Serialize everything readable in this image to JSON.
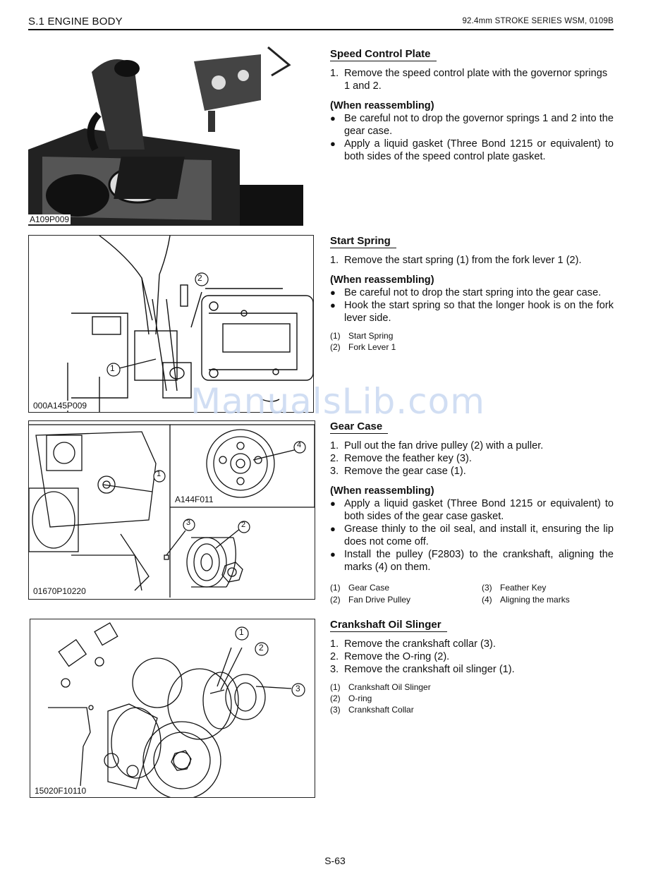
{
  "header": {
    "section": "S.1 ENGINE BODY",
    "series": "92.4mm STROKE SERIES WSM, 0109B"
  },
  "figures": {
    "fig1_label": "A109P009",
    "fig2_label": "000A145P009",
    "fig3_label": "01670P10220",
    "fig3_inset_label": "A144F011",
    "fig4_label": "15020F10110"
  },
  "speed_control": {
    "title": "Speed Control Plate",
    "steps": [
      {
        "n": "1.",
        "text": "Remove the speed control plate with the governor springs 1 and 2."
      }
    ],
    "reassembly_title": "(When reassembling)",
    "bullets": [
      "Be careful not to drop the governor springs 1 and 2 into the gear case.",
      "Apply a liquid gasket (Three Bond 1215 or equivalent) to both sides of the speed control plate gasket."
    ]
  },
  "start_spring": {
    "title": "Start Spring",
    "steps": [
      {
        "n": "1.",
        "text": "Remove the start spring (1) from the fork lever 1 (2)."
      }
    ],
    "reassembly_title": "(When reassembling)",
    "bullets": [
      "Be careful not to drop the start spring into the gear case.",
      "Hook the start spring so that the longer hook is on the fork lever side."
    ],
    "legend": [
      {
        "n": "(1)",
        "text": "Start Spring"
      },
      {
        "n": "(2)",
        "text": "Fork Lever 1"
      }
    ]
  },
  "gear_case": {
    "title": "Gear Case",
    "steps": [
      {
        "n": "1.",
        "text": "Pull out the fan drive pulley (2) with a puller."
      },
      {
        "n": "2.",
        "text": "Remove the feather key (3)."
      },
      {
        "n": "3.",
        "text": "Remove the gear case (1)."
      }
    ],
    "reassembly_title": "(When reassembling)",
    "bullets": [
      "Apply a liquid gasket (Three Bond 1215 or equivalent) to both sides of the gear case gasket.",
      "Grease thinly to the oil seal, and install it, ensuring the lip does not come off.",
      "Install the pulley (F2803) to the crankshaft, aligning the marks (4) on them."
    ],
    "legend": [
      {
        "n": "(1)",
        "text": "Gear Case"
      },
      {
        "n": "(3)",
        "text": "Feather Key"
      },
      {
        "n": "(2)",
        "text": "Fan Drive Pulley"
      },
      {
        "n": "(4)",
        "text": "Aligning the marks"
      }
    ]
  },
  "oil_slinger": {
    "title": "Crankshaft Oil Slinger",
    "steps": [
      {
        "n": "1.",
        "text": "Remove the crankshaft collar (3)."
      },
      {
        "n": "2.",
        "text": "Remove the O-ring (2)."
      },
      {
        "n": "3.",
        "text": "Remove the crankshaft oil slinger (1)."
      }
    ],
    "legend": [
      {
        "n": "(1)",
        "text": "Crankshaft Oil Slinger"
      },
      {
        "n": "(2)",
        "text": "O-ring"
      },
      {
        "n": "(3)",
        "text": "Crankshaft Collar"
      }
    ]
  },
  "callouts": {
    "c1": "1",
    "c2": "2",
    "c3": "3",
    "c4": "4"
  },
  "footer": {
    "page": "S-63"
  },
  "watermark": "ManualsLib.com"
}
